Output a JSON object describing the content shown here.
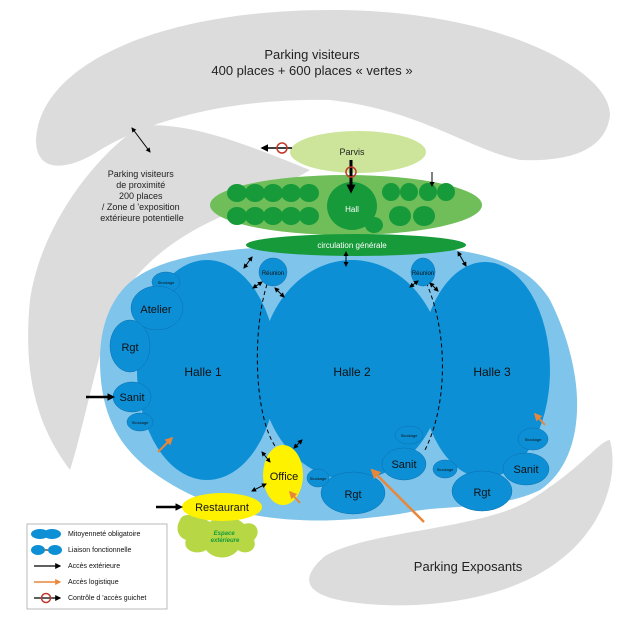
{
  "colors": {
    "grey_zone": "#dcdcdc",
    "light_blue": "#7fc4ea",
    "blue": "#0d8fd6",
    "blue_dark": "#0a6fae",
    "green_light": "#cde59a",
    "green_mid": "#6fbe5a",
    "green_dark": "#169a3a",
    "yellow": "#fff200",
    "orange": "#e8863a",
    "red": "#c0392b"
  },
  "parking": {
    "visiteurs_title": "Parking visiteurs",
    "visiteurs_capacity": "400 places + 600 places « vertes »",
    "proximite_lines": [
      "Parking visiteurs",
      "de proximité",
      "200 places",
      "/ Zone d 'exposition",
      "extérieure potentielle"
    ],
    "exposants": "Parking Exposants"
  },
  "zones": {
    "parvis": "Parvis",
    "hall": "Hall",
    "circulation": "circulation générale",
    "reunion_1": "Réunion",
    "reunion_2": "Réunion",
    "atelier": "Atelier",
    "stockage_atelier": "Stockage",
    "rgt_left": "Rgt",
    "sanit_left": "Sanit",
    "stockage_left": "Stockage",
    "halle_1": "Halle 1",
    "halle_2": "Halle 2",
    "halle_3": "Halle 3",
    "stockage_h2": "Stockage",
    "sanit_h2": "Sanit",
    "stockage_h3": "Stockage",
    "sanit_h3": "Sanit",
    "rgt_h3": "Rgt",
    "rgt_bottom": "Rgt",
    "office": "Office",
    "restaurant": "Restaurant",
    "espace_exterieur_lines": [
      "Espace",
      "extérieure"
    ],
    "stockage_bottom_1": "Stockage",
    "stockage_bottom_2": "Stockage"
  },
  "legend": {
    "items": [
      {
        "icon": "mitoyennete-icon",
        "label": "Mitoyenneté obligatoire"
      },
      {
        "icon": "liaison-icon",
        "label": "Liaison fonctionnelle"
      },
      {
        "icon": "black-arrow-icon",
        "label": "Accès extérieure"
      },
      {
        "icon": "orange-arrow-icon",
        "label": "Accès logistique"
      },
      {
        "icon": "control-icon",
        "label": "Contrôle d 'accès guichet"
      }
    ]
  }
}
